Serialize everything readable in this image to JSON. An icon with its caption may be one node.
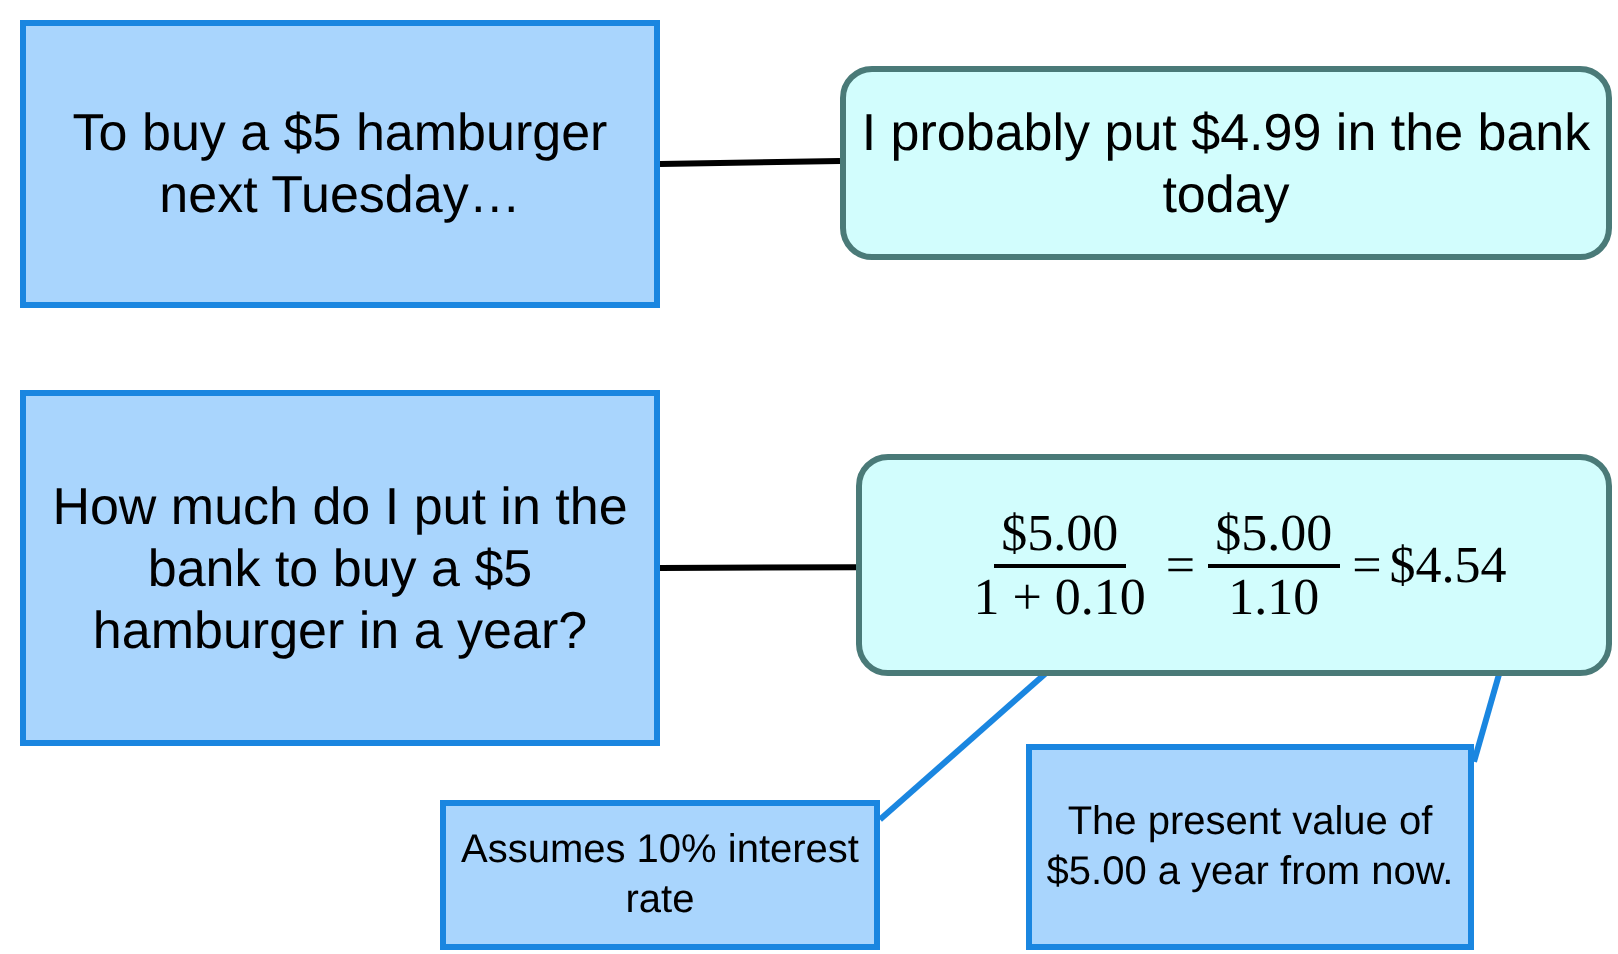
{
  "diagram": {
    "nodes": [
      {
        "text": [
          "To buy a $5 hamburger next Tuesday…"
        ]
      },
      {
        "text": [
          "I probably put $4.99 in the bank today"
        ]
      },
      {
        "text": [
          "How much do I put in the bank to buy a $5 hamburger in a year?"
        ]
      },
      {
        "text": [
          "$5.00",
          "1 + 0.10",
          "=",
          "$5.00",
          "1.10",
          "=",
          "$4.54"
        ]
      },
      {
        "text": [
          "Assumes 10% interest rate"
        ]
      },
      {
        "text": [
          "The present value of $5.00 a year from now."
        ]
      }
    ],
    "edges": [
      {
        "from": 0,
        "to": 1,
        "arrow": "none"
      },
      {
        "from": 2,
        "to": 3,
        "arrow": "none"
      },
      {
        "from": 4,
        "to": 3,
        "arrow": "none",
        "color": "#1a86e0"
      },
      {
        "from": 5,
        "to": 3,
        "arrow": "none",
        "color": "#1a86e0"
      }
    ]
  }
}
